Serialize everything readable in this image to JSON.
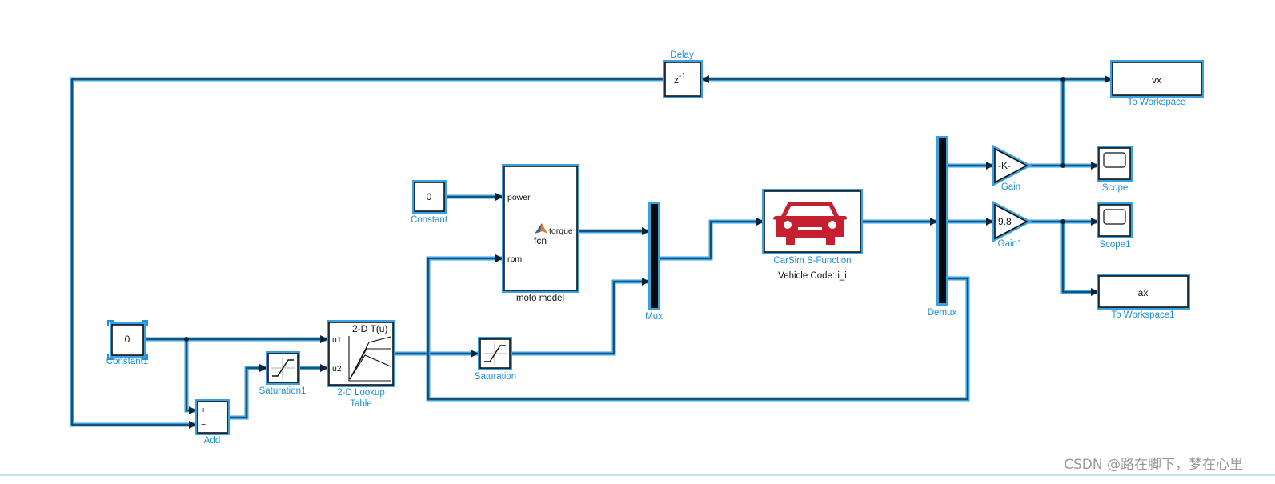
{
  "blocks": {
    "delay": {
      "label": "Delay",
      "content": "z",
      "sup": "-1"
    },
    "to_workspace_vx": {
      "content": "vx",
      "label": "To Workspace"
    },
    "to_workspace_ax": {
      "content": "ax",
      "label": "To Workspace1"
    },
    "scope": {
      "label": "Scope"
    },
    "scope1": {
      "label": "Scope1"
    },
    "gain": {
      "content": "-K-",
      "label": "Gain"
    },
    "gain1": {
      "content": "9.8",
      "label": "Gain1"
    },
    "demux": {
      "label": "Demux"
    },
    "carsim": {
      "label": "CarSim S-Function",
      "sublabel": "Vehicle Code: i_i"
    },
    "mux": {
      "label": "Mux"
    },
    "moto_model": {
      "port_power": "power",
      "port_rpm": "rpm",
      "port_torque": "torque",
      "fcn": "fcn",
      "label": "moto model"
    },
    "constant": {
      "content": "0",
      "label": "Constant"
    },
    "constant1": {
      "content": "0",
      "label": "Constant1"
    },
    "lookup": {
      "title": "2-D T(u)",
      "port_u1": "u1",
      "port_u2": "u2",
      "label_line1": "2-D Lookup",
      "label_line2": "Table"
    },
    "saturation": {
      "label": "Saturation"
    },
    "saturation1": {
      "label": "Saturation1"
    },
    "add": {
      "label": "Add",
      "plus": "+",
      "minus": "−"
    }
  },
  "watermark": "CSDN @路在脚下，梦在心里",
  "colors": {
    "highlight": "#3aa1e0",
    "label_blue": "#1f8fd9",
    "car_red": "#c4202f"
  },
  "icons": [
    "car-icon",
    "matlab-icon",
    "scope-screen-icon",
    "saturation-icon",
    "lookup-curve-icon"
  ]
}
